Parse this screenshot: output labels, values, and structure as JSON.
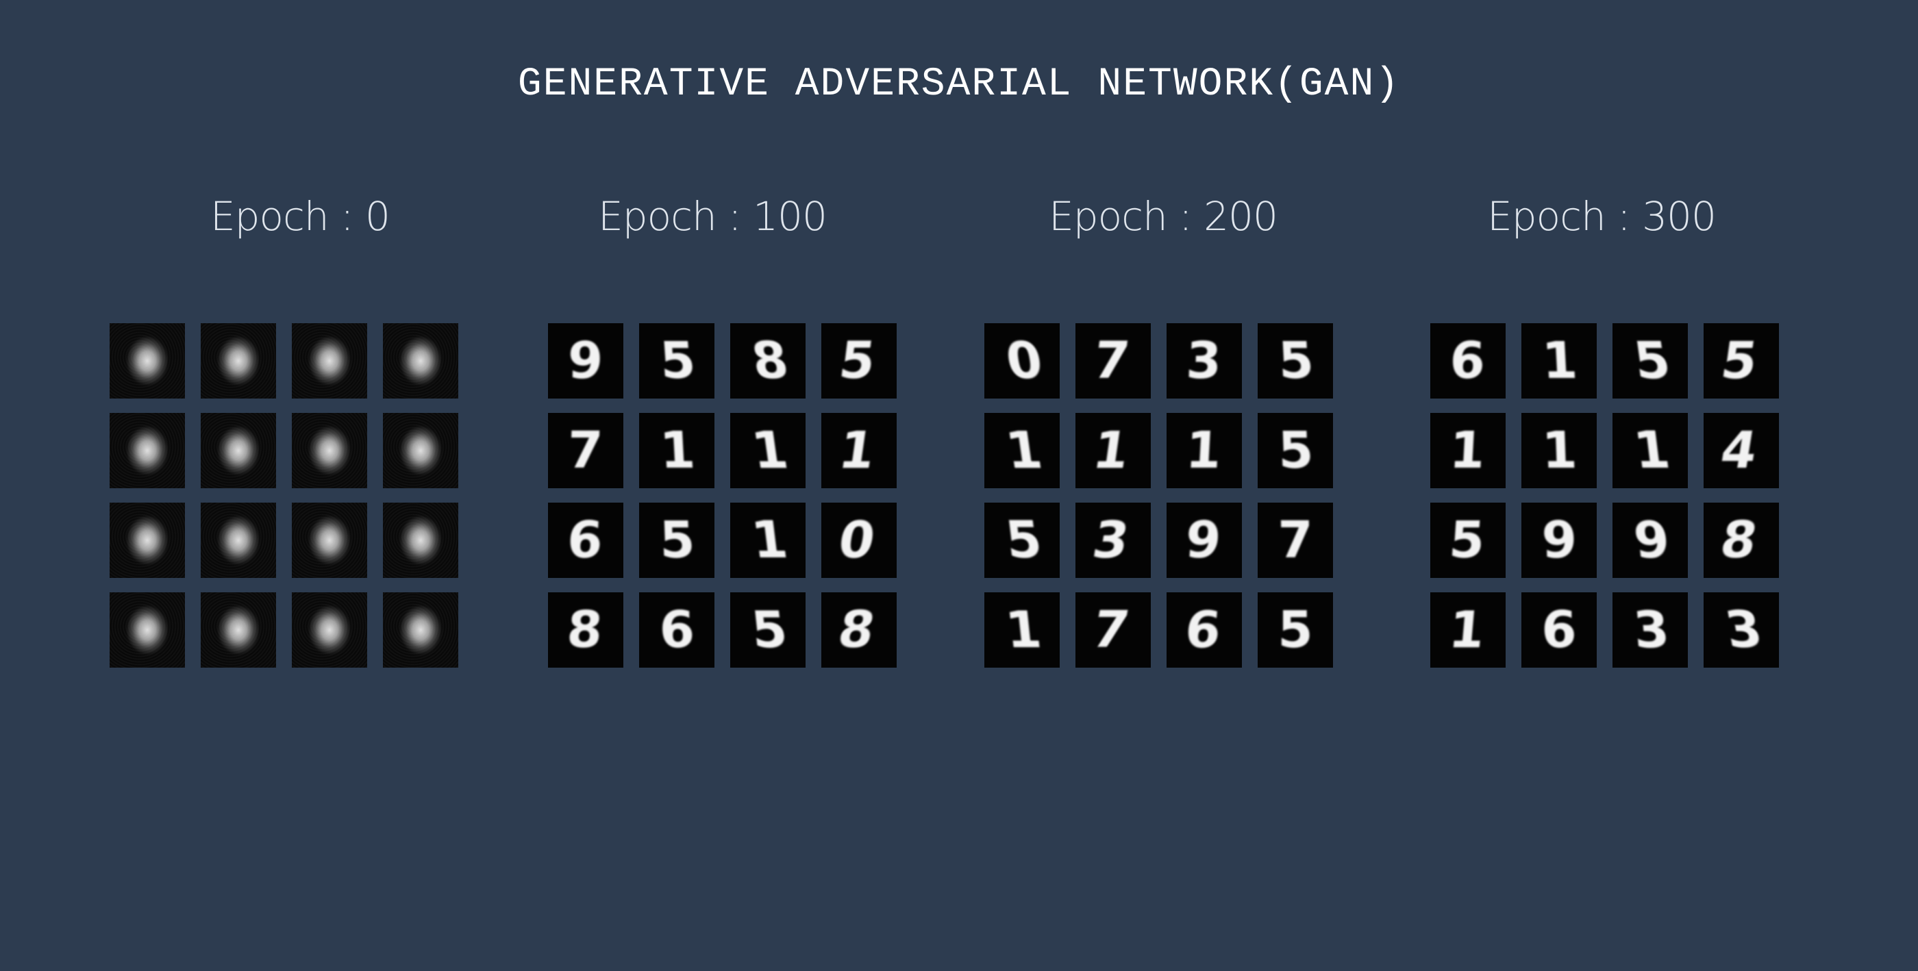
{
  "title": "GENERATIVE ADVERSARIAL NETWORK(GAN)",
  "panels": [
    {
      "label": "Epoch : 0",
      "digits": [
        "",
        "",
        "",
        "",
        "",
        "",
        "",
        "",
        "",
        "",
        "",
        "",
        "",
        "",
        "",
        ""
      ]
    },
    {
      "label": "Epoch : 100",
      "digits": [
        "9",
        "5",
        "8",
        "5",
        "7",
        "1",
        "1",
        "1",
        "6",
        "5",
        "1",
        "0",
        "8",
        "6",
        "5",
        "8"
      ]
    },
    {
      "label": "Epoch : 200",
      "digits": [
        "0",
        "7",
        "3",
        "5",
        "1",
        "1",
        "1",
        "5",
        "5",
        "3",
        "9",
        "7",
        "1",
        "7",
        "6",
        "5"
      ]
    },
    {
      "label": "Epoch : 300",
      "digits": [
        "6",
        "1",
        "5",
        "5",
        "1",
        "1",
        "1",
        "4",
        "5",
        "9",
        "9",
        "8",
        "1",
        "6",
        "3",
        "3"
      ]
    }
  ]
}
